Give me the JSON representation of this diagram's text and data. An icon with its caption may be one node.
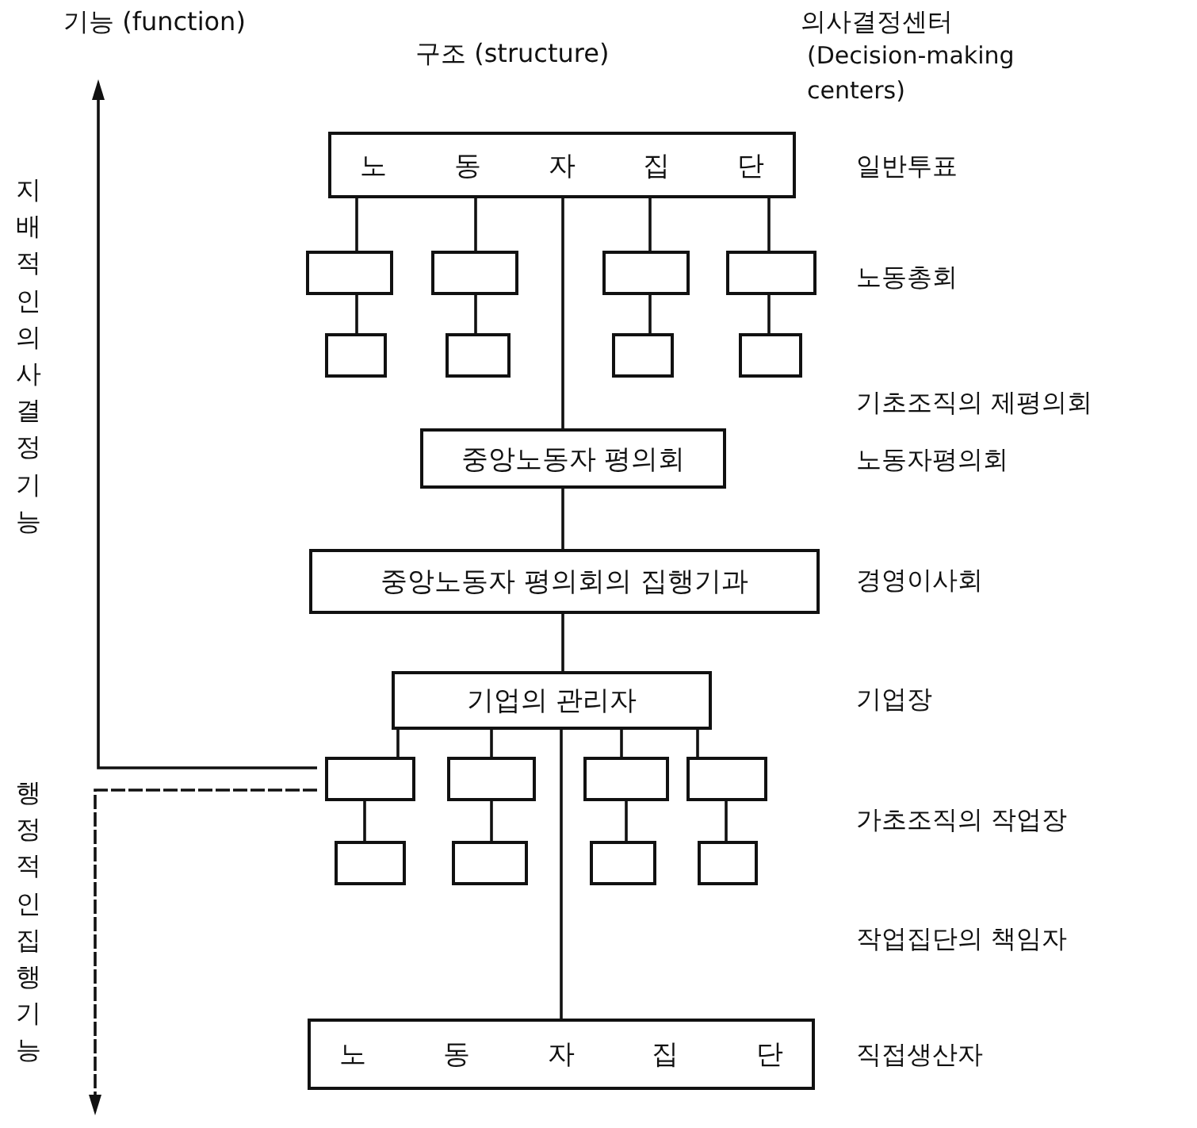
{
  "diagram": {
    "nodes": [
      {
        "text": [
          "노 동 자 집 단"
        ]
      },
      {
        "text": [],
        "shape": "box"
      },
      {
        "text": [],
        "shape": "box"
      },
      {
        "text": [],
        "shape": "box"
      },
      {
        "text": [],
        "shape": "box"
      },
      {
        "text": [],
        "shape": "box"
      },
      {
        "text": [],
        "shape": "box"
      },
      {
        "text": [],
        "shape": "box"
      },
      {
        "text": [],
        "shape": "box"
      },
      {
        "text": [
          "중앙노동자 평의회"
        ]
      },
      {
        "text": [
          "중앙노동자 평의회의 집행기과"
        ]
      },
      {
        "text": [
          "기업의 관리자"
        ]
      },
      {
        "text": [],
        "shape": "box"
      },
      {
        "text": [],
        "shape": "box"
      },
      {
        "text": [],
        "shape": "box"
      },
      {
        "text": [],
        "shape": "box"
      },
      {
        "text": [],
        "shape": "box"
      },
      {
        "text": [],
        "shape": "box"
      },
      {
        "text": [],
        "shape": "box"
      },
      {
        "text": [],
        "shape": "box"
      },
      {
        "text": [
          "노 동 자 집 단"
        ]
      }
    ],
    "edges": [
      {
        "from": 0,
        "to": 1,
        "arrow": "none"
      },
      {
        "from": 0,
        "to": 2,
        "arrow": "none"
      },
      {
        "from": 0,
        "to": 3,
        "arrow": "none"
      },
      {
        "from": 0,
        "to": 4,
        "arrow": "none"
      },
      {
        "from": 1,
        "to": 5,
        "arrow": "none"
      },
      {
        "from": 2,
        "to": 6,
        "arrow": "none"
      },
      {
        "from": 3,
        "to": 7,
        "arrow": "none"
      },
      {
        "from": 4,
        "to": 8,
        "arrow": "none"
      },
      {
        "from": 0,
        "to": 9,
        "arrow": "none"
      },
      {
        "from": 9,
        "to": 10,
        "arrow": "none"
      },
      {
        "from": 10,
        "to": 11,
        "arrow": "none"
      },
      {
        "from": 11,
        "to": 12,
        "arrow": "none"
      },
      {
        "from": 11,
        "to": 13,
        "arrow": "none"
      },
      {
        "from": 11,
        "to": 14,
        "arrow": "none"
      },
      {
        "from": 11,
        "to": 15,
        "arrow": "none"
      },
      {
        "from": 12,
        "to": 16,
        "arrow": "none"
      },
      {
        "from": 13,
        "to": 17,
        "arrow": "none"
      },
      {
        "from": 14,
        "to": 18,
        "arrow": "none"
      },
      {
        "from": 15,
        "to": 19,
        "arrow": "none"
      },
      {
        "from": 11,
        "to": 20,
        "arrow": "none"
      }
    ],
    "labels": [
      "기능 (function)",
      "구조 (structure)",
      "의사결정센터",
      "(Decision-making centers)",
      "지배적인 의사결정기능",
      "일반투표",
      "노동총회",
      "기초조직의 제평의회",
      "노동자평의회",
      "경영이사회",
      "기업장",
      "가초조직의 작업장",
      "행정적인 집행기능",
      "작업집단의 책임자",
      "직접생산자"
    ]
  }
}
